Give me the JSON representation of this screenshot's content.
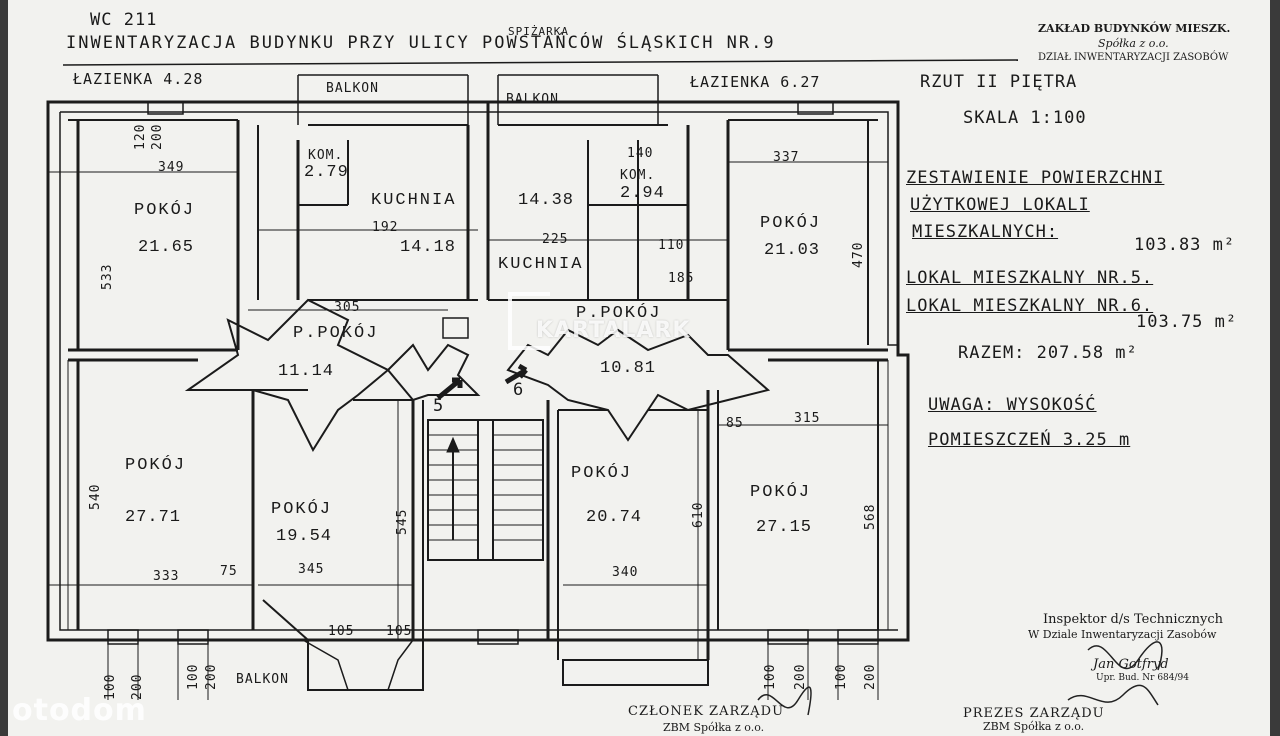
{
  "header": {
    "wc": "WC 211",
    "title": "INWENTARYZACJA   BUDYNKU   PRZY   ULICY   POWSTAŃCÓW  ŚLĄSKICH   NR.9",
    "spizarka": "SPIŻARKA",
    "stamp_top": "ZAKŁAD BUDYNKÓW MIESZK.",
    "stamp_spolka": "Spółka z o.o.",
    "stamp_dzial": "DZIAŁ INWENTARYZACJI ZASOBÓW",
    "rzut": "RZUT  II  PIĘTRA",
    "skala": "SKALA  1:100"
  },
  "rooms": {
    "lazienka_left": "ŁAZIENKA 4.28",
    "lazienka_right": "ŁAZIENKA 6.27",
    "balkon_left": "BALKON",
    "balkon_right": "BALKON",
    "balkon_bottom": "BALKON",
    "kom_left": "KOM.",
    "kom_left_area": "2.79",
    "kom_right": "KOM.",
    "kom_right_area": "2.94",
    "kuchnia_left": "KUCHNIA",
    "kuchnia_left_area": "14.18",
    "kuchnia_right_area": "14.38",
    "kuchnia_right": "KUCHNIA",
    "pokoj_tl": "POKÓJ",
    "pokoj_tl_area": "21.65",
    "pokoj_tr": "POKÓJ",
    "pokoj_tr_area": "21.03",
    "ppokoj_left": "P.POKÓJ",
    "ppokoj_left_area": "11.14",
    "ppokoj_right": "P.POKÓJ",
    "ppokoj_right_area": "10.81",
    "pokoj_bl": "POKÓJ",
    "pokoj_bl_area": "27.71",
    "pokoj_bm": "POKÓJ",
    "pokoj_bm_area": "19.54",
    "pokoj_bc": "POKÓJ",
    "pokoj_bc_area": "20.74",
    "pokoj_br": "POKÓJ",
    "pokoj_br_area": "27.15",
    "entrance_5": "5",
    "entrance_6": "6"
  },
  "dims": {
    "d349": "349",
    "d337": "337",
    "d533": "533",
    "d470": "470",
    "d192": "192",
    "d225": "225",
    "d305": "305",
    "d333": "333",
    "d345": "345",
    "d340": "340",
    "d315": "315",
    "d540": "540",
    "d545": "545",
    "d610": "610",
    "d568": "568",
    "d75": "75",
    "d85": "85",
    "d105": "105",
    "d105b": "105",
    "d120": "120",
    "d200": "200",
    "d140": "140",
    "d110": "110",
    "d185": "185",
    "d100a": "100",
    "d200a": "200",
    "d100b": "100",
    "d200b": "200",
    "d100c": "100",
    "d200c": "200",
    "d100d": "100",
    "d200d": "200"
  },
  "summary": {
    "heading1": "ZESTAWIENIE  POWIERZCHNI",
    "heading2": "UŻYTKOWEJ  LOKALI",
    "heading3": "MIESZKALNYCH:",
    "lokal5_area": "103.83 m²",
    "lokal5": "LOKAL  MIESZKALNY  NR.5.",
    "lokal6": "LOKAL  MIESZKALNY  NR.6.",
    "lokal6_area": "103.75  m²",
    "razem": "RAZEM: 207.58 m²",
    "uwaga": "UWAGA: WYSOKOŚĆ",
    "pomieszczen": "POMIESZCZEŃ  3.25 m"
  },
  "signatures": {
    "inspektor1": "Inspektor d/s Technicznych",
    "inspektor2": "W Dziale Inwentaryzacji Zasobów",
    "inspektor_name": "Jan Gotfryd",
    "inspektor_lic": "Upr. Bud. Nr 684/94",
    "czlonek": "CZŁONEK  ZARZĄDU",
    "czlonek_firm": "ZBM  Spółka z o.o.",
    "prezes": "PREZES  ZARZĄDU",
    "prezes_firm": "ZBM  Spółka z o.o."
  },
  "watermark": "KARTALARK",
  "logo": "otodom"
}
